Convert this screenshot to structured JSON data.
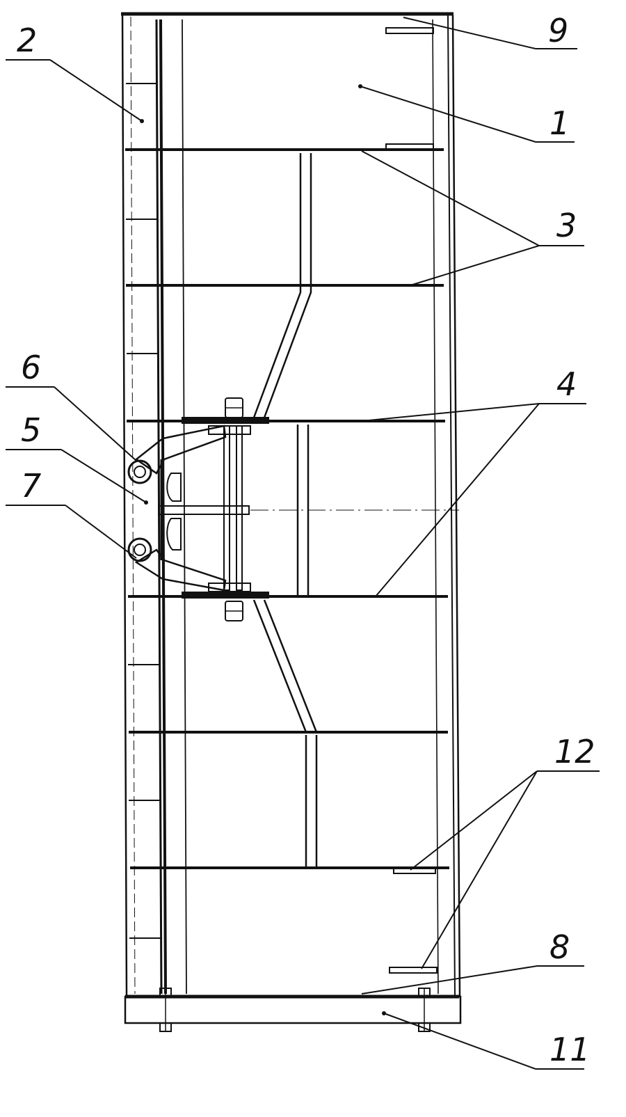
{
  "callouts": [
    {
      "id": "c1",
      "text": "1"
    },
    {
      "id": "c2",
      "text": "2"
    },
    {
      "id": "c3",
      "text": "3"
    },
    {
      "id": "c4",
      "text": "4"
    },
    {
      "id": "c5",
      "text": "5"
    },
    {
      "id": "c6",
      "text": "6"
    },
    {
      "id": "c7",
      "text": "7"
    },
    {
      "id": "c8",
      "text": "8"
    },
    {
      "id": "c9",
      "text": "9"
    },
    {
      "id": "c11",
      "text": "11"
    },
    {
      "id": "c12",
      "text": "12"
    }
  ],
  "colors": {
    "line": "#111111",
    "background": "#ffffff"
  }
}
